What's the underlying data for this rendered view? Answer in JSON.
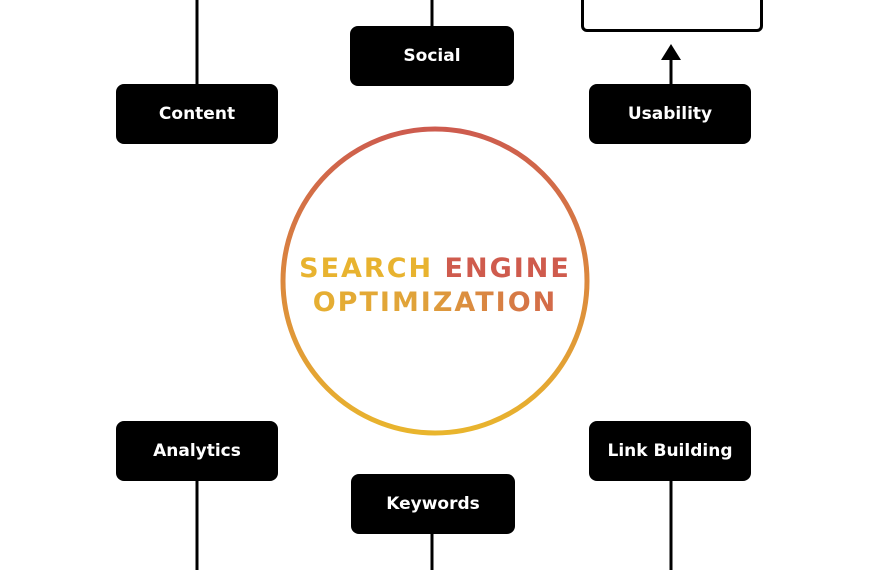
{
  "colors": {
    "node_bg": "#000000",
    "node_text": "#ffffff",
    "ring_top": "#cd5b4e",
    "ring_bottom": "#e9b52d",
    "title_word_yellow": "#e8b32f",
    "title_word_red": "#cf5b4d"
  },
  "center": {
    "line1_word1": "SEARCH",
    "line1_word2": "ENGINE",
    "line2": "OPTIMIZATION"
  },
  "nodes": {
    "social": "Social",
    "content": "Content",
    "usability": "Usability",
    "analytics": "Analytics",
    "keywords": "Keywords",
    "link_building": "Link Building"
  }
}
